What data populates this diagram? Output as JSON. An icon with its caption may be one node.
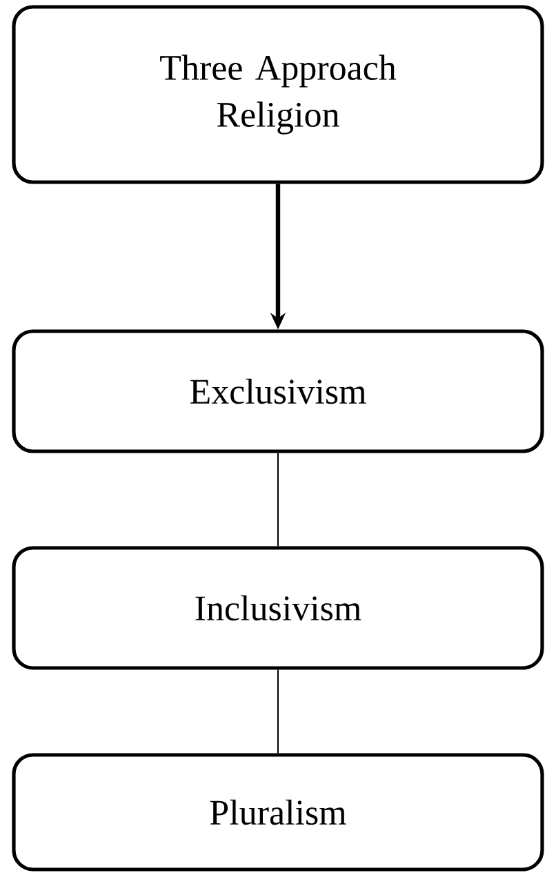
{
  "diagram": {
    "nodes": [
      {
        "text": [
          "Three Approach Religion"
        ]
      },
      {
        "text": [
          "Exclusivism"
        ]
      },
      {
        "text": [
          "Inclusivism"
        ]
      },
      {
        "text": [
          "Pluralism"
        ]
      }
    ],
    "edges": [
      {
        "from": 0,
        "to": 1,
        "arrow": "to",
        "style": "thick"
      },
      {
        "from": 1,
        "to": 2,
        "arrow": "none"
      },
      {
        "from": 2,
        "to": 3,
        "arrow": "none"
      }
    ]
  }
}
